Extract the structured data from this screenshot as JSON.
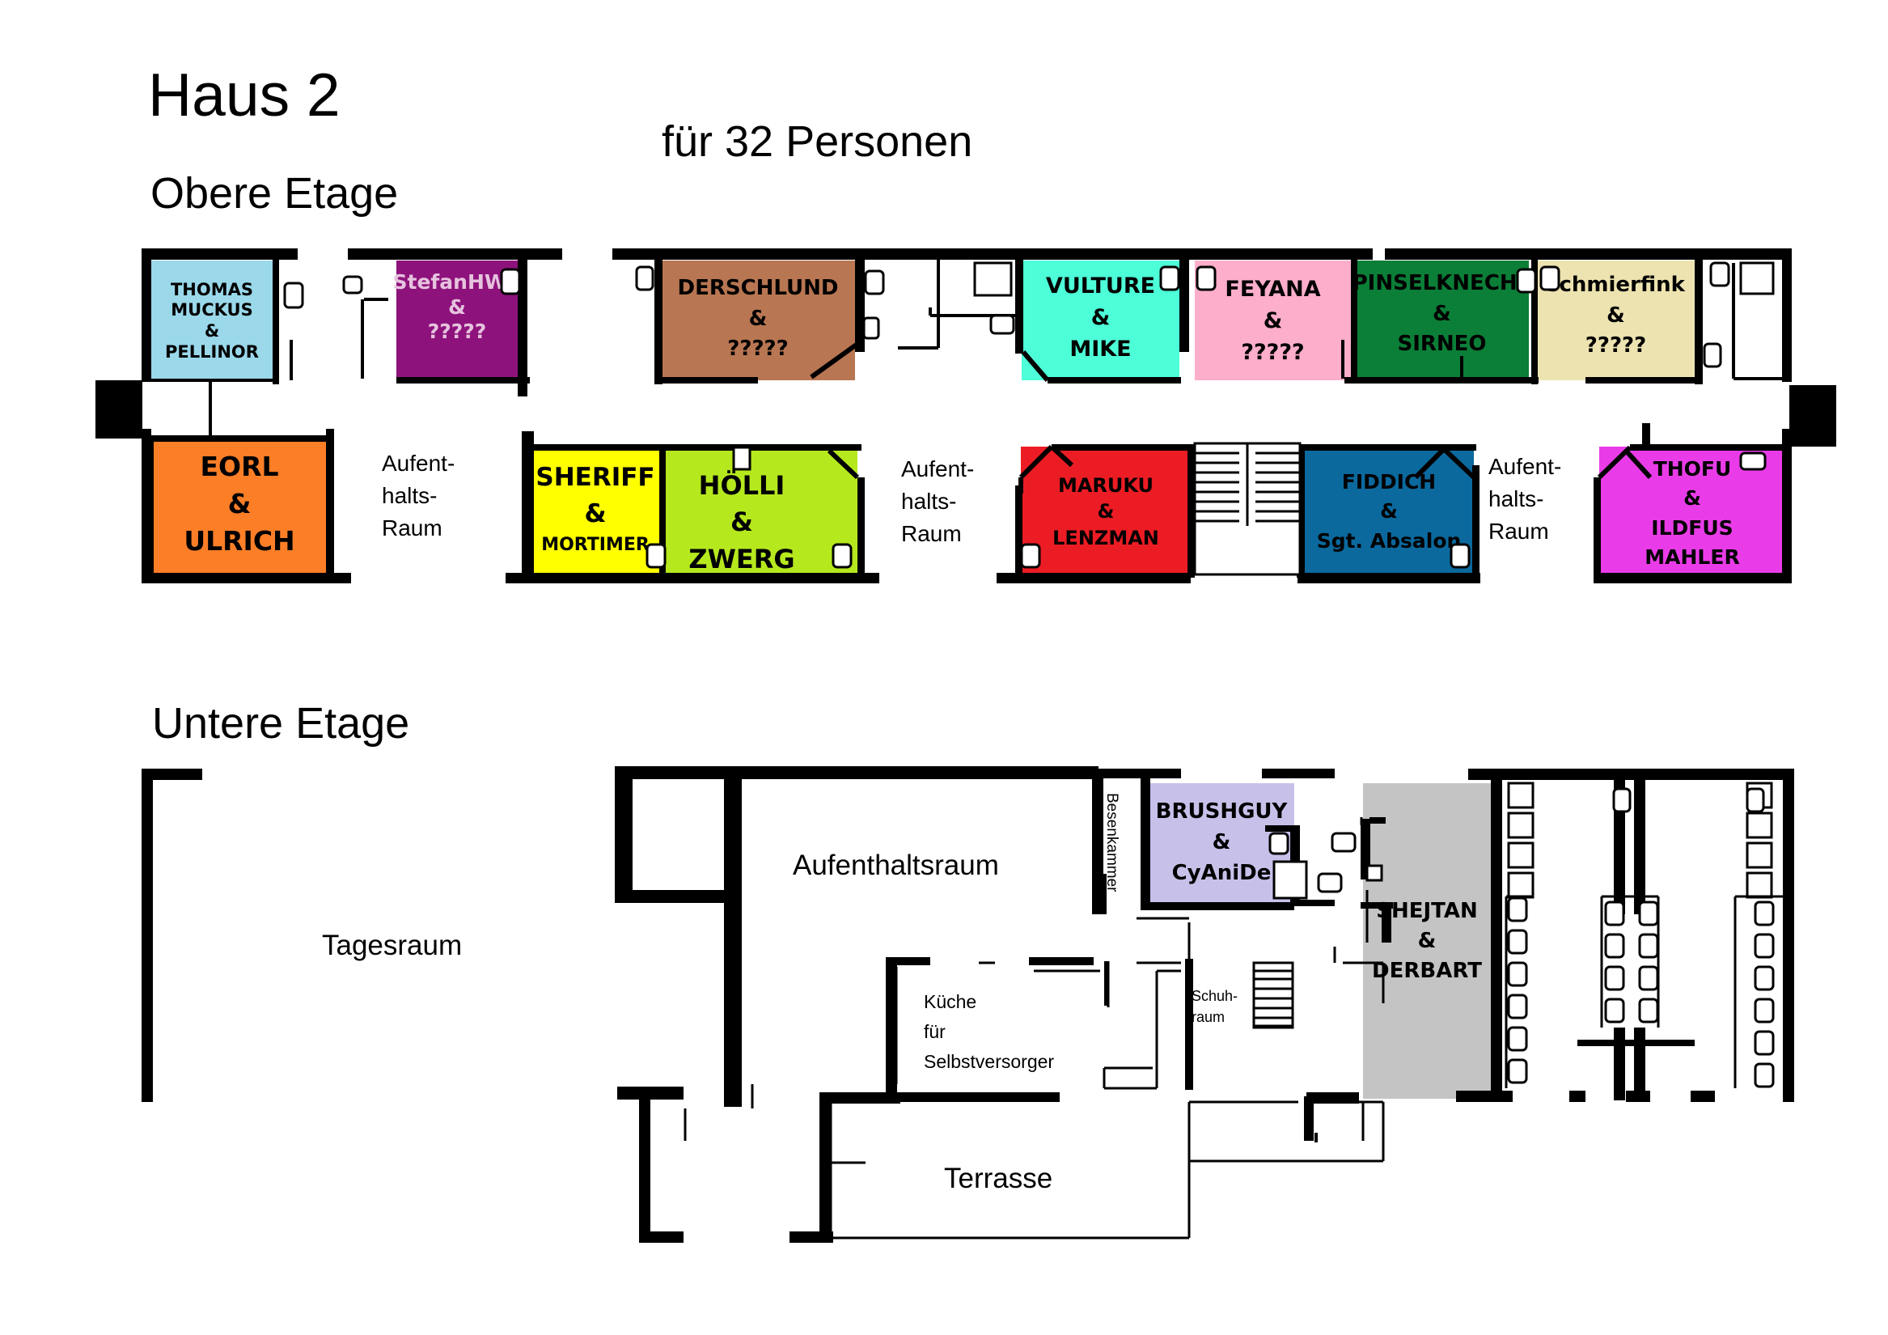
{
  "header": {
    "title": "Haus 2",
    "subtitle": "für 32 Personen",
    "upper_floor": "Obere Etage",
    "lower_floor": "Untere Etage"
  },
  "upper_rooms": [
    {
      "id": "thomas",
      "lines": [
        "THOMAS",
        "MUCKUS",
        "&",
        "PELLINOR"
      ],
      "color": "#9ad8ea"
    },
    {
      "id": "stefan",
      "lines": [
        "StefanHWS",
        "&",
        "?????"
      ],
      "color": "#8e127c"
    },
    {
      "id": "derschlund",
      "lines": [
        "DERSCHLUND",
        "&",
        "?????"
      ],
      "color": "#b87652"
    },
    {
      "id": "vulture",
      "lines": [
        "VULTURE",
        "&",
        "MIKE"
      ],
      "color": "#4dffd8"
    },
    {
      "id": "feyana",
      "lines": [
        "FEYANA",
        "&",
        "?????"
      ],
      "color": "#fcaecb"
    },
    {
      "id": "pinsel",
      "lines": [
        "PINSELKNECHT",
        "&",
        "SIRNEO"
      ],
      "color": "#0b7e37"
    },
    {
      "id": "schmierfink",
      "lines": [
        "schmierfink",
        "&",
        "?????"
      ],
      "color": "#ede3b0"
    },
    {
      "id": "eorl",
      "lines": [
        "EORL",
        "&",
        "ULRICH"
      ],
      "color": "#fc7e27"
    },
    {
      "id": "sheriff",
      "lines": [
        "SHERIFF",
        "&",
        "MORTIMER"
      ],
      "color": "#ffff00"
    },
    {
      "id": "holli",
      "lines": [
        "HÖLLI",
        "&",
        "ZWERG"
      ],
      "color": "#b6e81e"
    },
    {
      "id": "maruku",
      "lines": [
        "MARUKU",
        "&",
        "LENZMAN"
      ],
      "color": "#ec1c24"
    },
    {
      "id": "fiddich",
      "lines": [
        "FIDDICH",
        "&",
        "Sgt. Absalon"
      ],
      "color": "#0b699e"
    },
    {
      "id": "thofu",
      "lines": [
        "THOFU",
        "&",
        "ILDFUS",
        "MAHLER"
      ],
      "color": "#e93ce8"
    }
  ],
  "common_upper": [
    [
      "Aufent-",
      "halts-",
      "Raum"
    ],
    [
      "Aufent-",
      "halts-",
      "Raum"
    ],
    [
      "Aufent-",
      "halts-",
      "Raum"
    ]
  ],
  "lower_rooms": {
    "tagesraum": "Tagesraum",
    "aufenthaltsraum": "Aufenthaltsraum",
    "besenkammer": "Besenkammer",
    "kueche": [
      "Küche",
      "für",
      "Selbstversorger"
    ],
    "schuhraum": [
      "Schuh-",
      "raum"
    ],
    "terrasse": "Terrasse",
    "brushguy": {
      "lines": [
        "BRUSHGUY",
        "&",
        "CyAniDe"
      ],
      "color": "#c7c1ea"
    },
    "shejtan": {
      "lines": [
        "SHEJTAN",
        "&",
        "DERBART"
      ],
      "color": "#c4c4c4"
    }
  }
}
